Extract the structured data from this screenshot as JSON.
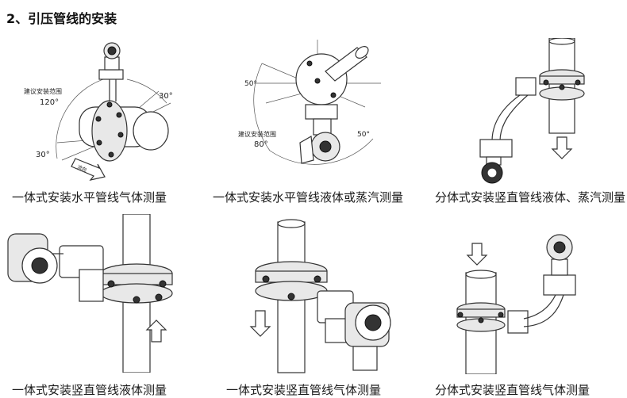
{
  "section_title": "2、引压管线的安装",
  "figures": [
    {
      "caption": "一体式安装水平管线气体测量",
      "range_label": "建议安装范围",
      "range_angle": "120°",
      "angle_a": "30°",
      "angle_b": "30°",
      "flow_label": "流向"
    },
    {
      "caption": "一体式安装水平管线液体或蒸汽测量",
      "range_label": "建议安装范围",
      "range_angle": "80°",
      "angle_a": "50°",
      "angle_b": "50°"
    },
    {
      "caption": "分体式安装竖直管线液体、蒸汽测量"
    },
    {
      "caption": "一体式安装竖直管线液体测量"
    },
    {
      "caption": "一体式安装竖直管线气体测量"
    },
    {
      "caption": "分体式安装竖直管线气体测量"
    }
  ]
}
